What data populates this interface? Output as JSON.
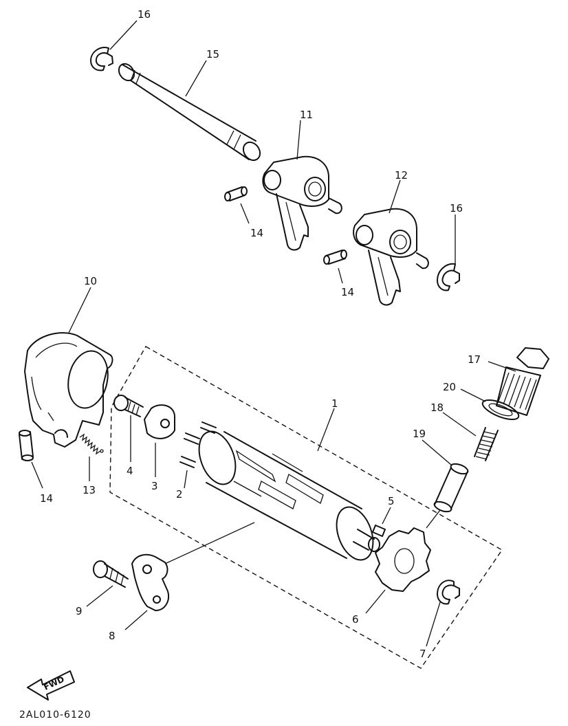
{
  "callouts": [
    "1",
    "2",
    "3",
    "4",
    "5",
    "6",
    "7",
    "8",
    "9",
    "10",
    "11",
    "12",
    "13",
    "14",
    "15",
    "16",
    "17",
    "18",
    "19",
    "20"
  ],
  "labels": {
    "l16a": "16",
    "l15": "15",
    "l11": "11",
    "l12": "12",
    "l14a": "14",
    "l14b": "14",
    "l16b": "16",
    "l10": "10",
    "l17": "17",
    "l20": "20",
    "l18": "18",
    "l1": "1",
    "l19": "19",
    "l14c": "14",
    "l13": "13",
    "l4": "4",
    "l3": "3",
    "l2": "2",
    "l5": "5",
    "l6": "6",
    "l7": "7",
    "l8": "8",
    "l9": "9"
  },
  "fwd_label": "FWD",
  "drawing_code": "2AL010-6120"
}
